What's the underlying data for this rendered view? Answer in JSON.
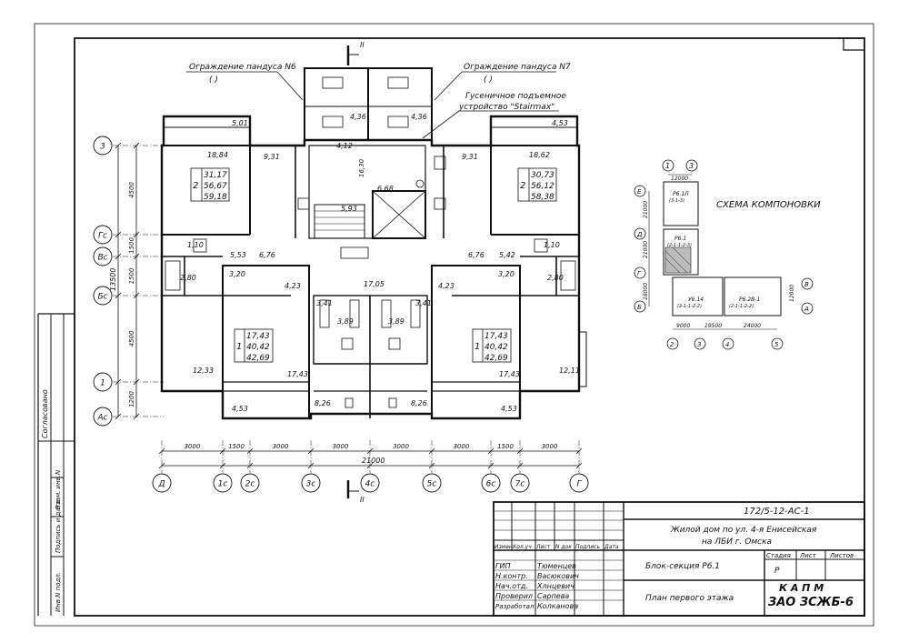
{
  "section_marks": {
    "top": "II",
    "bottom": "II"
  },
  "callouts": {
    "ramp6_label": "Ограждение пандуса N6",
    "ramp6_sub": "(          )",
    "ramp7_label": "Ограждение пандуса N7",
    "ramp7_sub": "(          )",
    "lift_line1": "Гусеничное подъемное",
    "lift_line2": "устройство \"Stairmax\""
  },
  "row_axes": [
    "3",
    "Гс",
    "Вс",
    "Бс",
    "1",
    "Ас"
  ],
  "row_dims": [
    "4500",
    "1500",
    "1500",
    "4500",
    "1200"
  ],
  "row_total": "13500",
  "col_axes": [
    "Д",
    "1с",
    "2с",
    "3с",
    "4с",
    "5с",
    "6с",
    "7с",
    "Г"
  ],
  "col_dims": [
    "3000",
    "1500",
    "3000",
    "3000",
    "3000",
    "3000",
    "1500",
    "3000"
  ],
  "col_total": "21000",
  "areas": {
    "a501": "5,01",
    "a1884": "18,84",
    "a931l": "9,31",
    "a436l": "4,36",
    "a436r": "4,36",
    "a412": "4,12",
    "a1630": "16,30",
    "a668": "6,68",
    "a593": "5,93",
    "a931r": "9,31",
    "a1862": "18,62",
    "a453t": "4,53",
    "a553": "5,53",
    "a676l": "6,76",
    "a110l": "1,10",
    "a280l": "2,80",
    "a320l": "3,20",
    "a423l": "4,23",
    "a1705": "17,05",
    "a341l": "3,41",
    "a341r": "3,41",
    "a389l": "3,89",
    "a389r": "3,89",
    "a423r": "4,23",
    "a320r": "3,20",
    "a676r": "6,76",
    "a542": "5,42",
    "a110r": "1,10",
    "a280r": "2,80",
    "a1233": "12,33",
    "a1743l": "17,43",
    "a1743r": "17,43",
    "a1211": "12,11",
    "a453bl": "4,53",
    "a826l": "8,26",
    "a826r": "8,26",
    "a453br": "4,53"
  },
  "apartments": [
    {
      "rooms": "2",
      "a": "31,17",
      "b": "56,67",
      "c": "59,18"
    },
    {
      "rooms": "2",
      "a": "30,73",
      "b": "56,12",
      "c": "58,38"
    },
    {
      "rooms": "1",
      "a": "17,43",
      "b": "40,42",
      "c": "42,69"
    },
    {
      "rooms": "1",
      "a": "17,43",
      "b": "40,42",
      "c": "42,69"
    }
  ],
  "scheme": {
    "title": "СХЕМА КОМПОНОВКИ",
    "top_axes": [
      "1",
      "3"
    ],
    "top_dim": "12000",
    "left_axes": [
      "Е",
      "Д",
      "Г",
      "Б"
    ],
    "left_dims": [
      "21000",
      "21000",
      "18000"
    ],
    "right_axes": [
      "В",
      "А"
    ],
    "right_dim": "12000",
    "bottom_axes": [
      "2",
      "3",
      "4",
      "5"
    ],
    "bottom_dims": [
      "9000",
      "19500",
      "24000"
    ],
    "block1": "Р6.1Л",
    "block1_sub": "(3-1-3)",
    "block2": "Р6.1",
    "block2_sub": "(2-1-1-2-3)",
    "block3": "У6.14",
    "block3_sub": "(2-1-1-2-2)",
    "block4": "Р6.2В-1",
    "block4_sub": "(2-1-1-2-2)"
  },
  "side_stamp": [
    "Согласовано",
    "Взам. инв.N",
    "Подпись и дата",
    "Инв.N подл."
  ],
  "title_block": {
    "code": "172/5-12-АС-1",
    "project_l1": "Жилой дом по ул. 4-я Енисейская",
    "project_l2": "на ЛБИ г. Омска",
    "headers": [
      "Измен",
      "Кол.уч",
      "Лист",
      "N док",
      "Подпись",
      "Дата"
    ],
    "roles": [
      "ГИП",
      "Н.контр.",
      "Нач.отд.",
      "Проверил",
      "Разработал"
    ],
    "names": [
      "Тюменцев",
      "Васюкович",
      "Хлнцевич",
      "Сарпева",
      "Колканова"
    ],
    "block_name": "Блок-секция Р6.1",
    "sheet_name": "План первого этажа",
    "stage_h": "Стадия",
    "sheet_h": "Лист",
    "sheets_h": "Листов",
    "stage": "Р",
    "org1": "К А П М",
    "org2": "ЗАО ЗСЖБ-6"
  }
}
